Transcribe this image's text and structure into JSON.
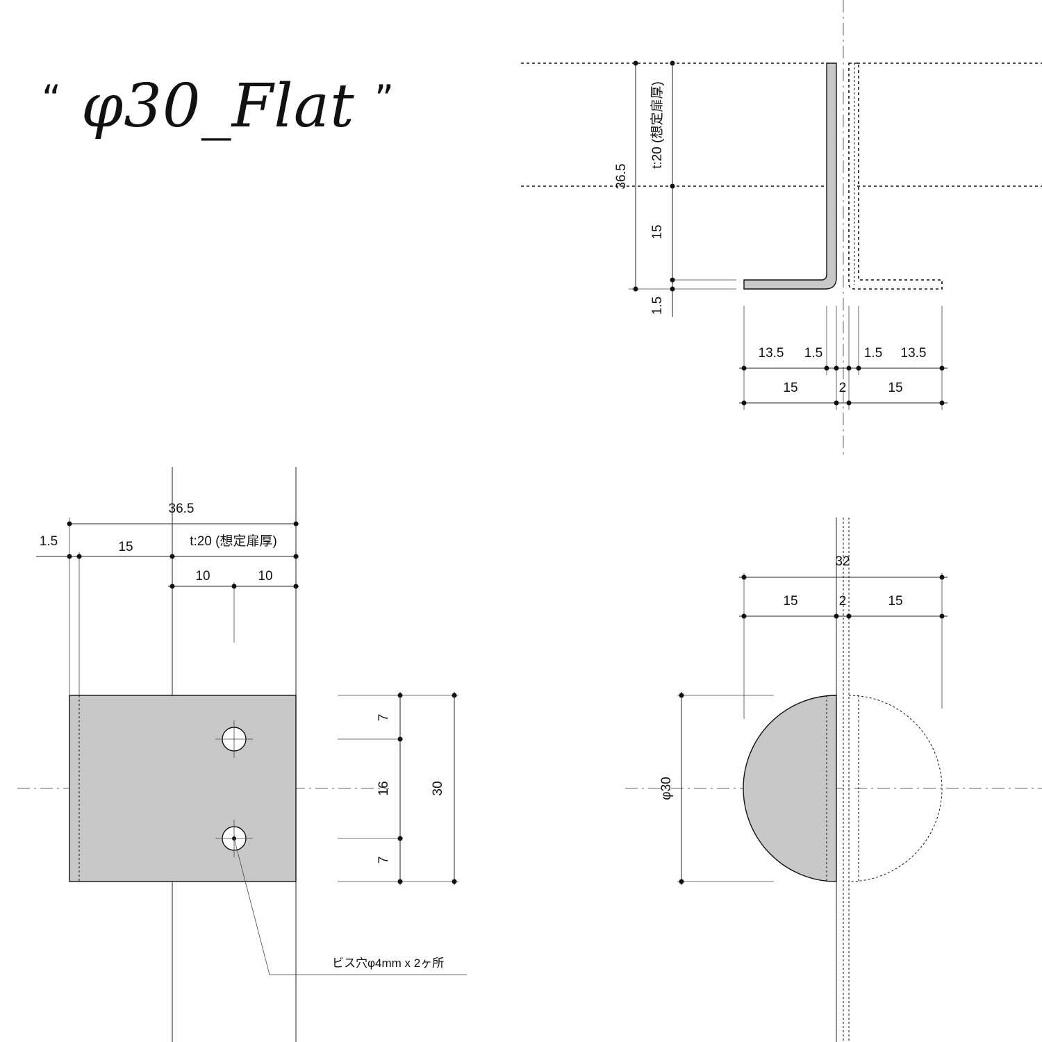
{
  "title": {
    "open_quote": "“",
    "text": "φ30_Flat",
    "close_quote": "”"
  },
  "top_view": {
    "dim_total_height": "36.5",
    "dim_door_thickness": "t:20 (想定扉厚)",
    "dim_leg_height": "15",
    "dim_plate_thickness": "1.5",
    "dim_leg_left": "13.5",
    "dim_thick_left": "1.5",
    "dim_thick_right": "1.5",
    "dim_leg_right": "13.5",
    "dim_width_left": "15",
    "dim_gap": "2",
    "dim_width_right": "15"
  },
  "front_view": {
    "dim_total": "36.5",
    "dim_thickness": "1.5",
    "dim_leg": "15",
    "dim_door": "t:20 (想定扉厚)",
    "dim_half_left": "10",
    "dim_half_right": "10",
    "dim_hole_top": "7",
    "dim_hole_pitch": "16",
    "dim_hole_bottom": "7",
    "dim_height": "30",
    "note_screw_holes": "ビス穴φ4mm x 2ヶ所"
  },
  "side_view": {
    "dim_overall": "32",
    "dim_left": "15",
    "dim_gap": "2",
    "dim_right": "15",
    "dim_diameter": "φ30"
  }
}
